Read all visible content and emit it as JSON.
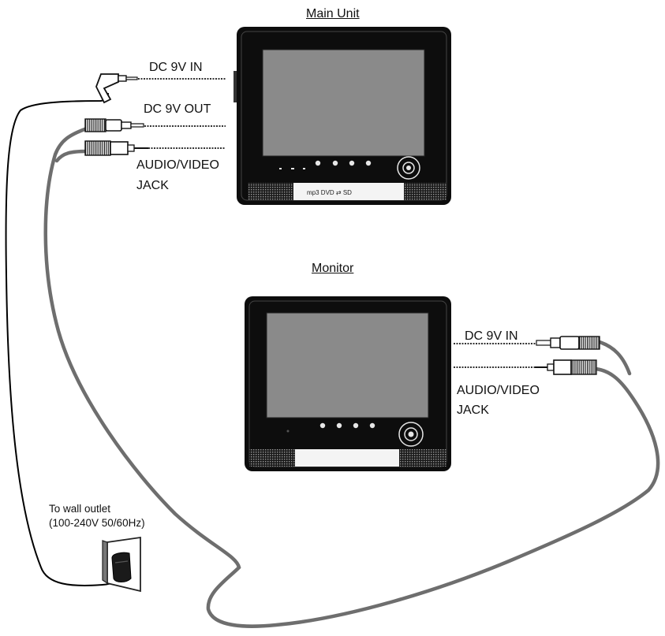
{
  "main_unit": {
    "title": "Main Unit",
    "dc_in_label": "DC 9V IN",
    "dc_out_label": "DC 9V OUT",
    "av_jack_label_line1": "AUDIO/VIDEO",
    "av_jack_label_line2": "JACK"
  },
  "monitor": {
    "title": "Monitor",
    "dc_in_label": "DC 9V IN",
    "av_jack_label_line1": "AUDIO/VIDEO",
    "av_jack_label_line2": "JACK"
  },
  "wall_outlet": {
    "label_line1": "To wall outlet",
    "label_line2": "(100-240V 50/60Hz)"
  },
  "colors": {
    "device_body": "#0d0d0d",
    "screen": "#8a8a8a",
    "link_cable": "#6e6e6e",
    "power_cable": "#000000"
  }
}
